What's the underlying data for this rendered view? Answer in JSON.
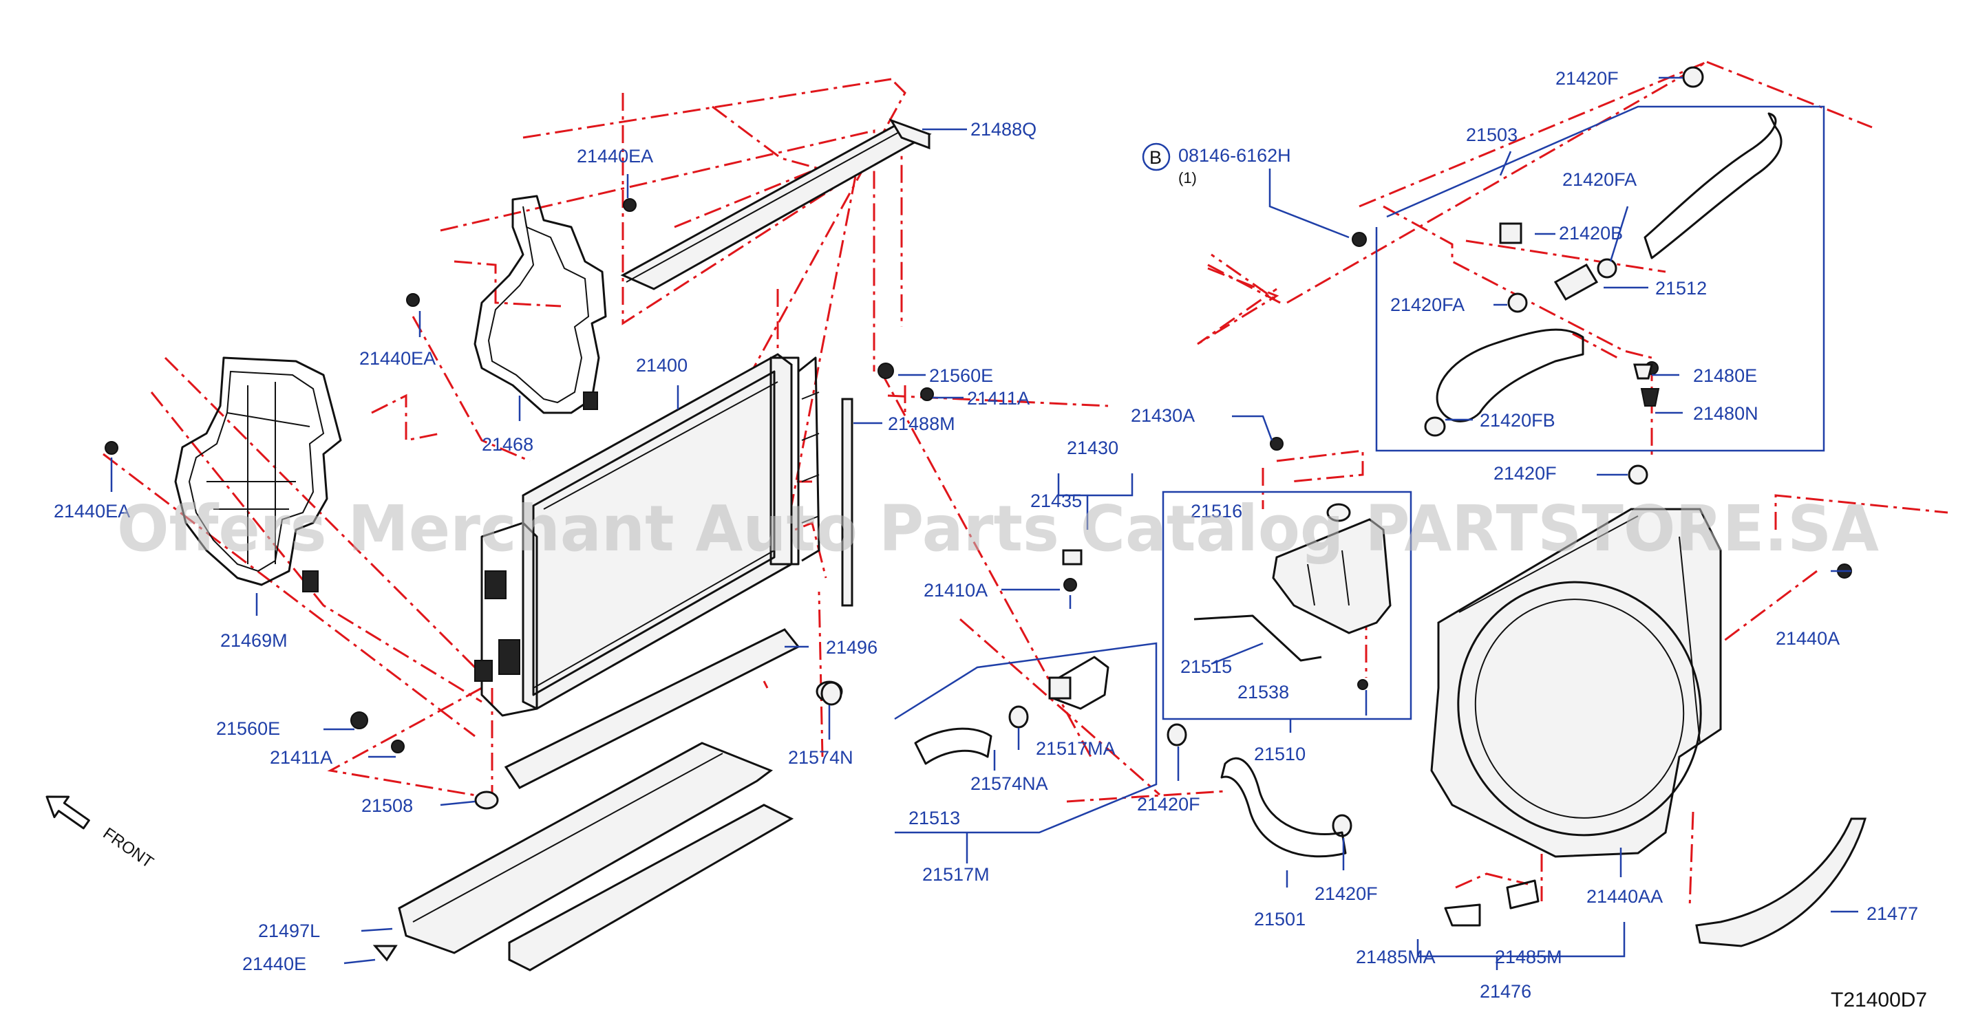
{
  "diagram": {
    "code": "T21400D7",
    "watermark": "Offers Merchant Auto Parts Catalog PARTSTORE.SA",
    "front_label": "FRONT",
    "bolt_symbol": "B",
    "bolt_qty": "(1)",
    "labels": {
      "p21488Q": "21488Q",
      "p21440EA_a": "21440EA",
      "p21440EA_b": "21440EA",
      "p21440EA_c": "21440EA",
      "p21468": "21468",
      "p21400": "21400",
      "p21560E_a": "21560E",
      "p21411A_a": "21411A",
      "p21488M": "21488M",
      "p21469M": "21469M",
      "p21560E_b": "21560E",
      "p21411A_b": "21411A",
      "p21508": "21508",
      "p21496": "21496",
      "p21574N": "21574N",
      "p21497L": "21497L",
      "p21440E": "21440E",
      "p08146": "08146-6162H",
      "p21420F_a": "21420F",
      "p21503": "21503",
      "p21420FA_a": "21420FA",
      "p21420B": "21420B",
      "p21512": "21512",
      "p21420FA_b": "21420FA",
      "p21480E": "21480E",
      "p21480N": "21480N",
      "p21420FB": "21420FB",
      "p21430A": "21430A",
      "p21430": "21430",
      "p21435": "21435",
      "p21516": "21516",
      "p21410A": "21410A",
      "p21420F_b": "21420F",
      "p21440A": "21440A",
      "p21515": "21515",
      "p21538": "21538",
      "p21510": "21510",
      "p21517MA": "21517MA",
      "p21513": "21513",
      "p21574NA": "21574NA",
      "p21420F_c": "21420F",
      "p21517M": "21517M",
      "p21501": "21501",
      "p21420F_d": "21420F",
      "p21440AA": "21440AA",
      "p21477": "21477",
      "p21485MA": "21485MA",
      "p21485M": "21485M",
      "p21476": "21476"
    }
  }
}
